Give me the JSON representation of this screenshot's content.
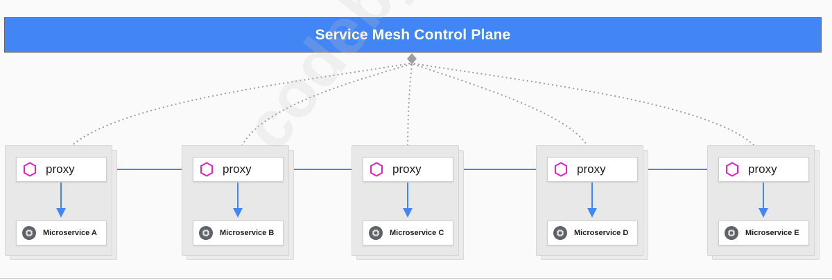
{
  "header": {
    "title": "Service Mesh Control Plane"
  },
  "colors": {
    "control_plane": "#4285f4",
    "arrow_blue": "#4285f4",
    "dotted_gray": "#9e9e9e",
    "proxy_icon": "#e91ec6",
    "chip_icon": "#5f6368"
  },
  "pods": [
    {
      "proxy_label": "proxy",
      "service_label": "Microservice A"
    },
    {
      "proxy_label": "proxy",
      "service_label": "Microservice B"
    },
    {
      "proxy_label": "proxy",
      "service_label": "Microservice C"
    },
    {
      "proxy_label": "proxy",
      "service_label": "Microservice D"
    },
    {
      "proxy_label": "proxy",
      "service_label": "Microservice E"
    }
  ],
  "icons": {
    "proxy": "hexagon-icon",
    "service": "chip-icon"
  },
  "watermark": {
    "text": "codeby.net"
  }
}
